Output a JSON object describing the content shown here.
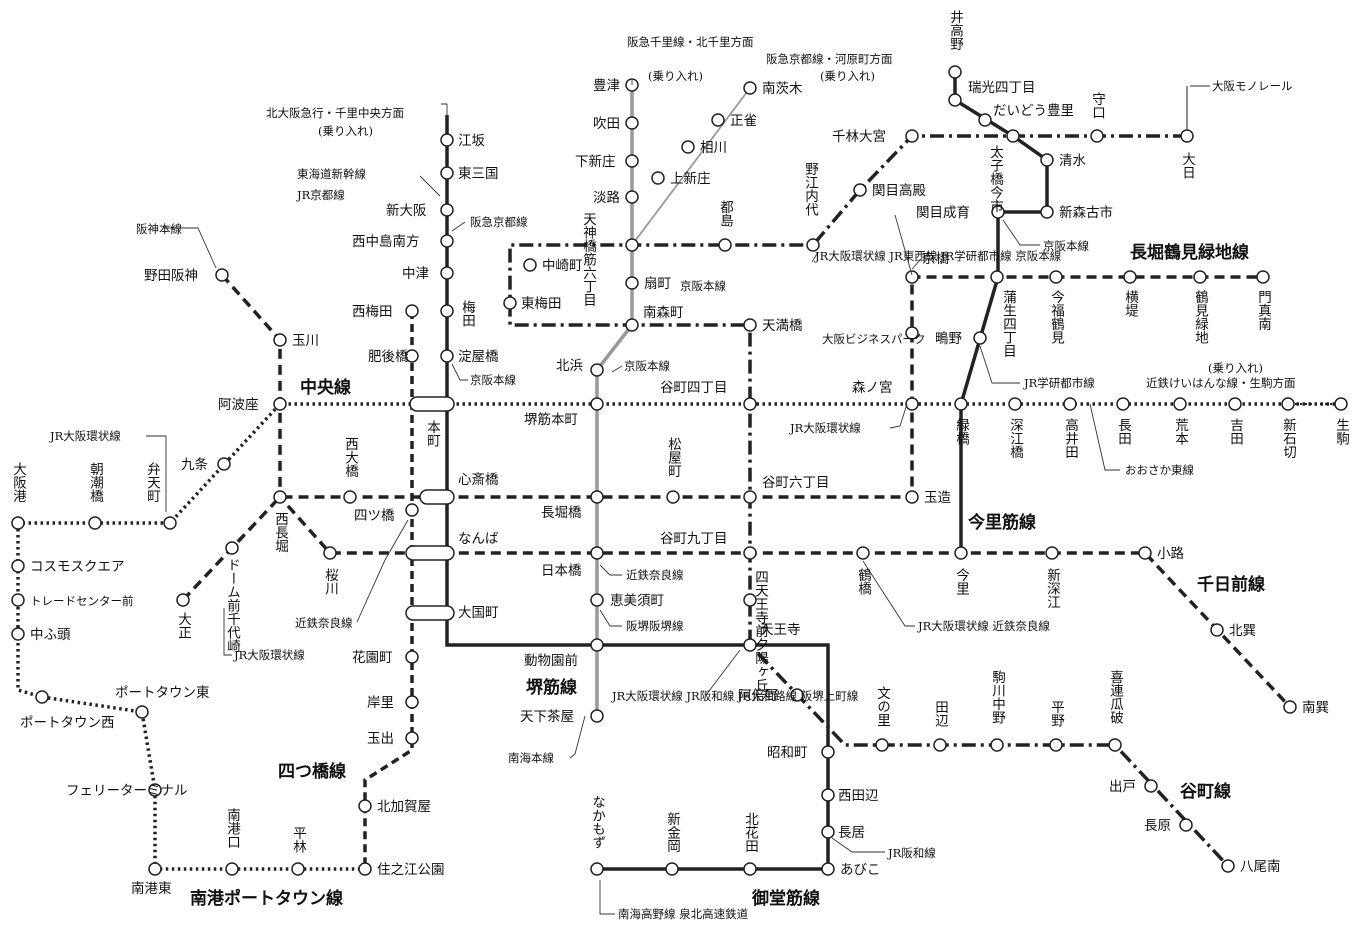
{
  "map": {
    "line_names": {
      "chuo": "中央線",
      "nagahori": "長堀鶴見緑地線",
      "imazatosuji": "今里筋線",
      "sennichimae": "千日前線",
      "sakaisuji": "堺筋線",
      "yotsubashi": "四つ橋線",
      "tanimachi": "谷町線",
      "nanko": "南港ポートタウン線",
      "midosuji": "御堂筋線"
    },
    "lines": {
      "midosuji": {
        "color": "#222222",
        "style": "solid"
      },
      "tanimachi": {
        "color": "#222222",
        "style": "dash-dot"
      },
      "yotsubashi": {
        "color": "#222222",
        "style": "short-dash"
      },
      "chuo": {
        "color": "#222222",
        "style": "dotted"
      },
      "sennichimae": {
        "color": "#222222",
        "style": "dashed"
      },
      "sakaisuji": {
        "color": "#999999",
        "style": "solid"
      },
      "nagahori": {
        "color": "#222222",
        "style": "dashed"
      },
      "imazatosuji": {
        "color": "#222222",
        "style": "solid"
      },
      "nanko": {
        "color": "#222222",
        "style": "dotted"
      }
    },
    "stations": {
      "esaka": "江坂",
      "higashimikuni": "東三国",
      "shinosaka": "新大阪",
      "nishinakajimaminamigata": "西中島南方",
      "nakatsu": "中津",
      "umeda": "梅田",
      "yodoyabashi": "淀屋橋",
      "hommachi": "本町",
      "shinsaibashi": "心斎橋",
      "namba": "なんば",
      "daikokucho": "大国町",
      "dobutsuenmae": "動物園前",
      "tennoji": "天王寺",
      "showacho": "昭和町",
      "nishitanabe": "西田辺",
      "nagai": "長居",
      "abiko": "あびこ",
      "kitahanada": "北花田",
      "shinkanaoka": "新金岡",
      "nakamozu": "なかもず",
      "nishiumeda": "西梅田",
      "higobashi": "肥後橋",
      "yotsubashi": "四ツ橋",
      "hanazonocho": "花園町",
      "kishinosato": "岸里",
      "tamade": "玉出",
      "kitakagaya": "北加賀屋",
      "suminoekoen": "住之江公園",
      "dainichi": "大日",
      "moriguchi": "守口",
      "taishibashiimaichi": "太子橋今市",
      "sembayashiomiya": "千林大宮",
      "sekimetakadono": "関目高殿",
      "noeuchindai": "野江内代",
      "miyakojima": "都島",
      "tenjimbashisuji6": "天神橋筋六丁目",
      "nakazakicho": "中崎町",
      "higashiumeda": "東梅田",
      "minamimorimachi": "南森町",
      "temmabashi": "天満橋",
      "tanimachi4": "谷町四丁目",
      "tanimachi6": "谷町六丁目",
      "tanimachi9": "谷町九丁目",
      "shitennojimae": "四天王寺前夕陽ヶ丘",
      "abeno": "阿倍野",
      "fuminosato": "文の里",
      "tanabe": "田辺",
      "komagawanakano": "駒川中野",
      "hirano": "平野",
      "kiremeriuriwari": "喜連瓜破",
      "dedo": "出戸",
      "nagahara": "長原",
      "yaominami": "八尾南",
      "osakako": "大阪港",
      "asashiobashi": "朝潮橋",
      "bentencho": "弁天町",
      "kujo": "九条",
      "awaza": "阿波座",
      "sakaisujihommachi": "堺筋本町",
      "morinomiya": "森ノ宮",
      "midoribashi": "緑橋",
      "fukaebashi": "深江橋",
      "takaida": "高井田",
      "nagata": "長田",
      "aramoto": "荒本",
      "yoshita": "吉田",
      "shinishikiri": "新石切",
      "ikoma": "生駒",
      "cosmosquare": "コスモスクエア",
      "nodahanshin": "野田阪神",
      "tamagawa": "玉川",
      "nishinagahori": "西長堀",
      "sakuragawa": "桜川",
      "nipponbashi": "日本橋",
      "tsuruhashi": "鶴橋",
      "imazato": "今里",
      "shinfukae": "新深江",
      "shoji": "小路",
      "kitatatsumi": "北巽",
      "minamitatsumi": "南巽",
      "taisho": "大正",
      "domemae": "ドーム前千代崎",
      "nishiohashi": "西大橋",
      "nagahoribashi": "長堀橋",
      "matsuyamachi": "松屋町",
      "tamatsukuri": "玉造",
      "gamoyonchome": "蒲生四丁目",
      "kyobashi": "京橋",
      "osakabusinesspark": "大阪ビジネスパーク",
      "imafukutsurumi": "今福鶴見",
      "yokozutsumi": "横堤",
      "tsurumiryokuchi": "鶴見緑地",
      "kadomaminami": "門真南",
      "itakano": "井高野",
      "zuikoyonchome": "瑞光四丁目",
      "daidotoyosato": "だいどう豊里",
      "shimizu": "清水",
      "shinmorifurumichi": "新森古市",
      "sekimeseiiku": "関目成育",
      "shigino": "鴫野",
      "toyotsu": "豊津",
      "suita": "吹田",
      "shinshinjo": "下新庄",
      "awaji": "淡路",
      "kamishinjo": "上新庄",
      "aikawa": "相川",
      "shojaku": "正雀",
      "minamiibaraki": "南茨木",
      "ogimachi": "扇町",
      "kitahama": "北浜",
      "ebisucho": "恵美須町",
      "tengachaya": "天下茶屋",
      "trade_center": "トレードセンター前",
      "nakafuto": "中ふ頭",
      "porttown_higashi": "ポートタウン東",
      "porttown_nishi": "ポートタウン西",
      "ferry_terminal": "フェリーターミナル",
      "nankoguchi": "南港口",
      "hirabayashi": "平林",
      "nankohigashi": "南港東"
    },
    "notes": {
      "kitakyu": "北大阪急行・千里中央方面",
      "noriire": "(乗り入れ)",
      "tokaido": "東海道新幹線",
      "jr_kyoto": "JR京都線",
      "hankyu_kyoto": "阪急京都線",
      "hanshin": "阪神本線",
      "keihan": "京阪本線",
      "jr_loop": "JR大阪環状線",
      "hankyu_senri": "阪急千里線・北千里方面",
      "hankyu_kawaramachi": "阪急京都線・河原町方面",
      "osaka_monorail": "大阪モノレール",
      "jr_kyobashi": "JR大阪環状線 JR東西線 JR学研都市線 京阪本線",
      "jr_gakken": "JR学研都市線",
      "kintetsu_keihanna": "近鉄けいはんな線・生駒方面",
      "osaka_higashi": "おおさか東線",
      "kintetsu_nara": "近鉄奈良線",
      "hankai": "阪堺阪堺線",
      "jr_tsuruhashi": "JR大阪環状線 近鉄奈良線",
      "jr_tennoji": "JR大阪環状線 JR阪和線 JR大和路線 阪堺上町線",
      "nankai": "南海本線",
      "jr_hanwa": "JR阪和線",
      "nankai_koya": "南海高野線 泉北高速鉄道"
    }
  }
}
